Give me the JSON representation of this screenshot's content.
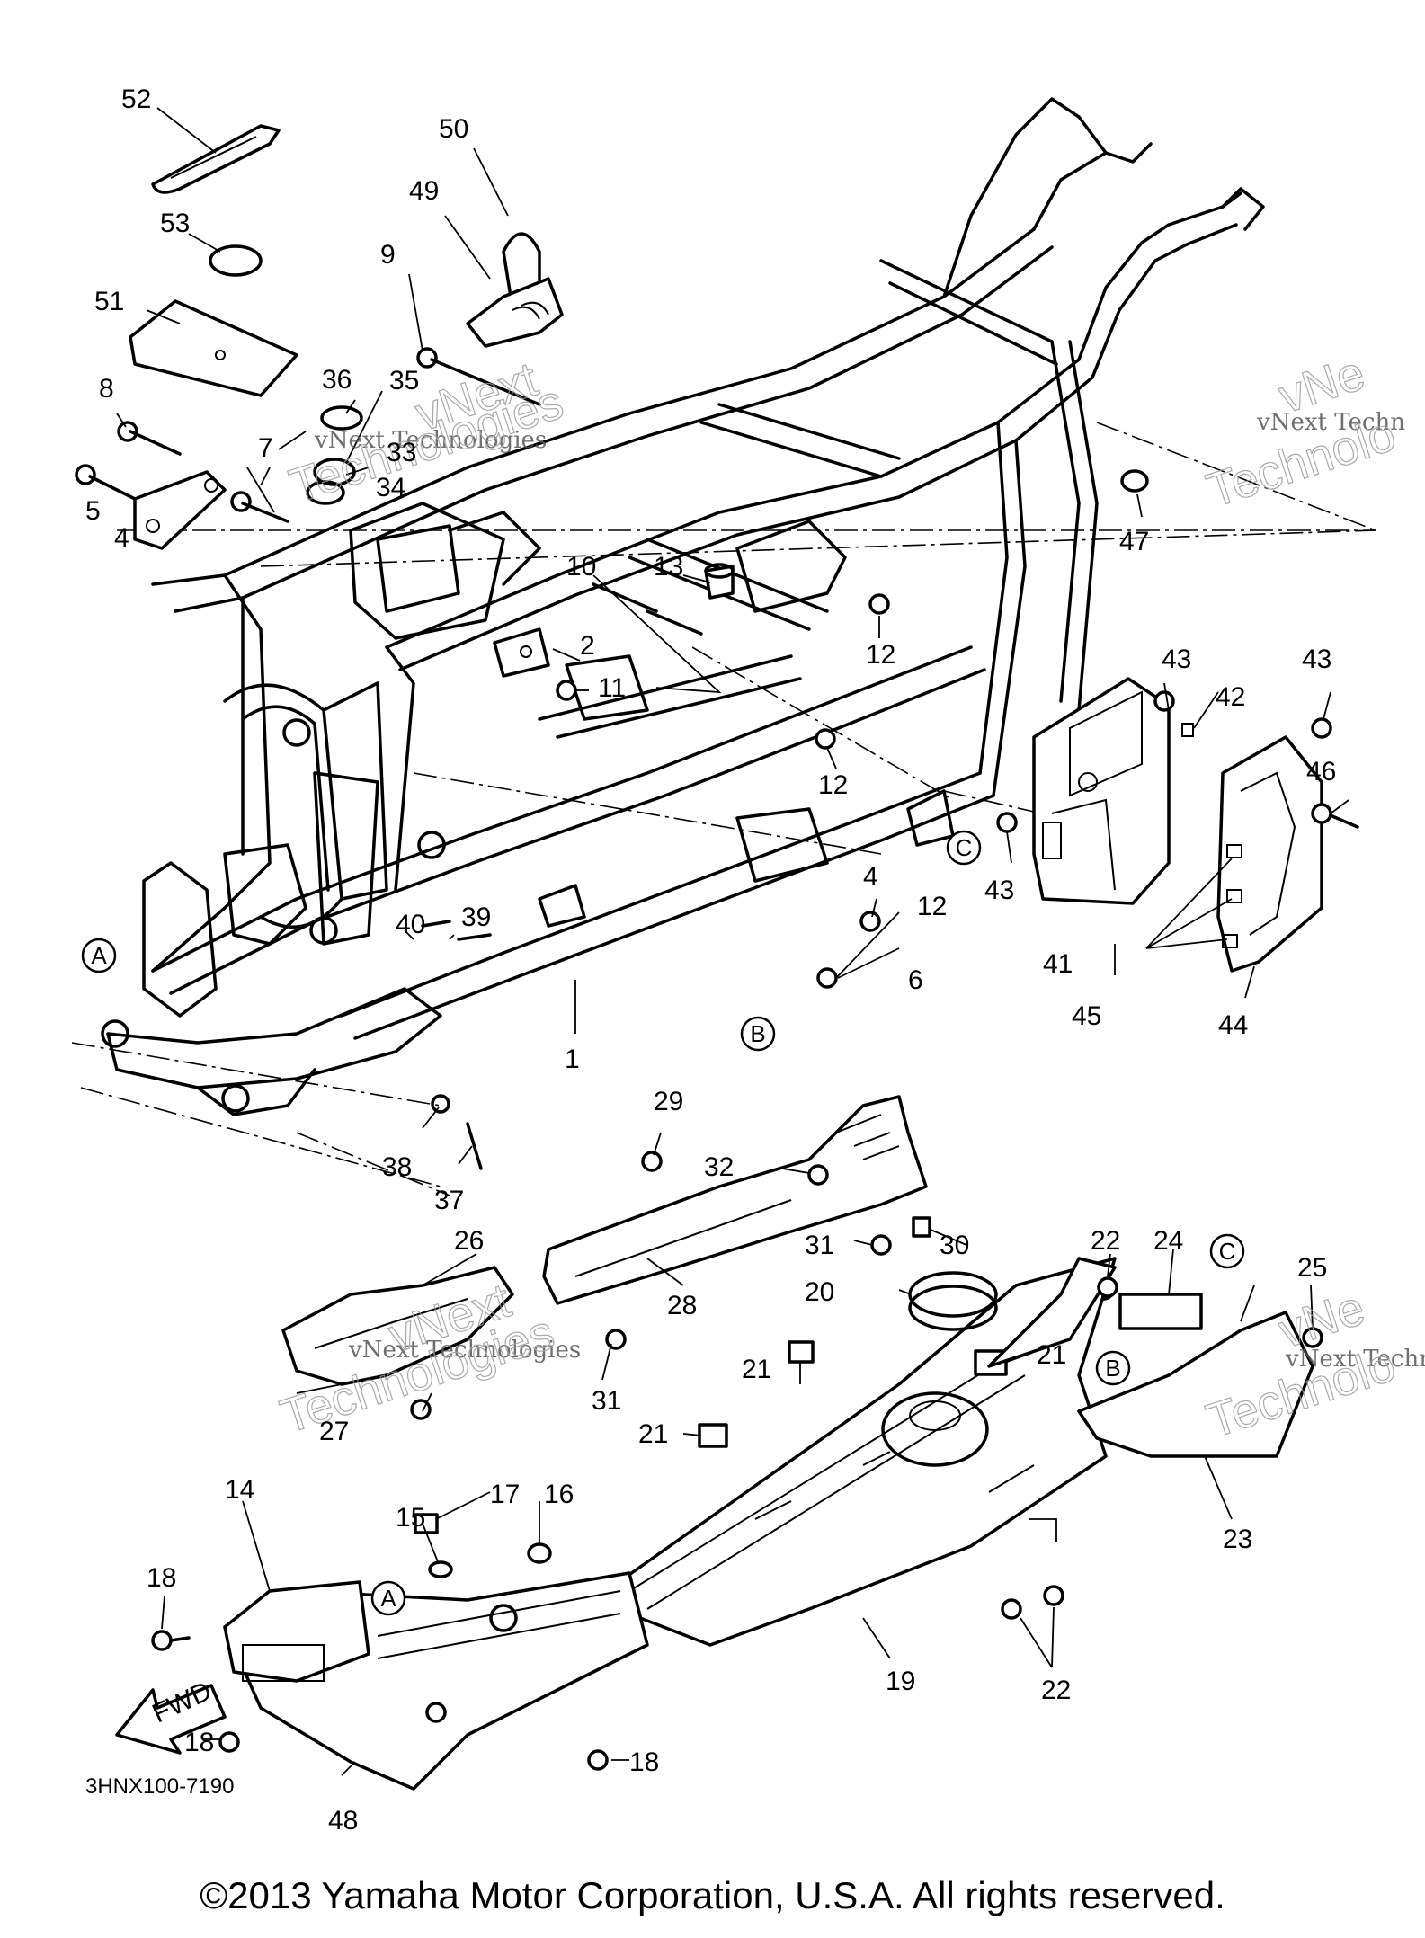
{
  "callouts": [
    {
      "id": "c52",
      "text": "52"
    },
    {
      "id": "c53",
      "text": "53"
    },
    {
      "id": "c51",
      "text": "51"
    },
    {
      "id": "c50",
      "text": "50"
    },
    {
      "id": "c49",
      "text": "49"
    },
    {
      "id": "c9",
      "text": "9"
    },
    {
      "id": "c8",
      "text": "8"
    },
    {
      "id": "c36",
      "text": "36"
    },
    {
      "id": "c35",
      "text": "35"
    },
    {
      "id": "c33",
      "text": "33"
    },
    {
      "id": "c34",
      "text": "34"
    },
    {
      "id": "c7",
      "text": "7"
    },
    {
      "id": "c5",
      "text": "5"
    },
    {
      "id": "c4a",
      "text": "4"
    },
    {
      "id": "c47",
      "text": "47"
    },
    {
      "id": "c10",
      "text": "10"
    },
    {
      "id": "c13",
      "text": "13"
    },
    {
      "id": "c2",
      "text": "2"
    },
    {
      "id": "c11",
      "text": "11"
    },
    {
      "id": "c12a",
      "text": "12"
    },
    {
      "id": "c12b",
      "text": "12"
    },
    {
      "id": "c43a",
      "text": "43"
    },
    {
      "id": "c43b",
      "text": "43"
    },
    {
      "id": "c42",
      "text": "42"
    },
    {
      "id": "c46",
      "text": "46"
    },
    {
      "id": "c43c",
      "text": "43"
    },
    {
      "id": "c41",
      "text": "41"
    },
    {
      "id": "c45",
      "text": "45"
    },
    {
      "id": "c44",
      "text": "44"
    },
    {
      "id": "c4b",
      "text": "4"
    },
    {
      "id": "c12c",
      "text": "12"
    },
    {
      "id": "c6",
      "text": "6"
    },
    {
      "id": "c40",
      "text": "40"
    },
    {
      "id": "c39",
      "text": "39"
    },
    {
      "id": "c1",
      "text": "1"
    },
    {
      "id": "c38",
      "text": "38"
    },
    {
      "id": "c37",
      "text": "37"
    },
    {
      "id": "c29",
      "text": "29"
    },
    {
      "id": "c32",
      "text": "32"
    },
    {
      "id": "c31a",
      "text": "31"
    },
    {
      "id": "c30",
      "text": "30"
    },
    {
      "id": "c28",
      "text": "28"
    },
    {
      "id": "c26",
      "text": "26"
    },
    {
      "id": "c27",
      "text": "27"
    },
    {
      "id": "c31b",
      "text": "31"
    },
    {
      "id": "c20",
      "text": "20"
    },
    {
      "id": "c22a",
      "text": "22"
    },
    {
      "id": "c24",
      "text": "24"
    },
    {
      "id": "c25",
      "text": "25"
    },
    {
      "id": "c21a",
      "text": "21"
    },
    {
      "id": "c21b",
      "text": "21"
    },
    {
      "id": "c21c",
      "text": "21"
    },
    {
      "id": "c23",
      "text": "23"
    },
    {
      "id": "c14",
      "text": "14"
    },
    {
      "id": "c15",
      "text": "15"
    },
    {
      "id": "c17",
      "text": "17"
    },
    {
      "id": "c16",
      "text": "16"
    },
    {
      "id": "c18a",
      "text": "18"
    },
    {
      "id": "c18b",
      "text": "18"
    },
    {
      "id": "c18c",
      "text": "18"
    },
    {
      "id": "c19",
      "text": "19"
    },
    {
      "id": "c22b",
      "text": "22"
    },
    {
      "id": "c48",
      "text": "48"
    }
  ],
  "reference_marks": [
    {
      "id": "refA1",
      "text": "A"
    },
    {
      "id": "refA2",
      "text": "A"
    },
    {
      "id": "refB1",
      "text": "B"
    },
    {
      "id": "refB2",
      "text": "B"
    },
    {
      "id": "refC1",
      "text": "C"
    },
    {
      "id": "refC2",
      "text": "C"
    }
  ],
  "fwd_label": "FWD",
  "diagram_code": "3HNX100-7190",
  "watermarks": {
    "line1": "vNext Technologies",
    "line2": "Technologies",
    "line3": "vNext",
    "edge1": "vNext Techn",
    "edge2": "Technolo",
    "edge3": "vNe"
  },
  "copyright": "©2013 Yamaha Motor Corporation, U.S.A. All rights reserved."
}
